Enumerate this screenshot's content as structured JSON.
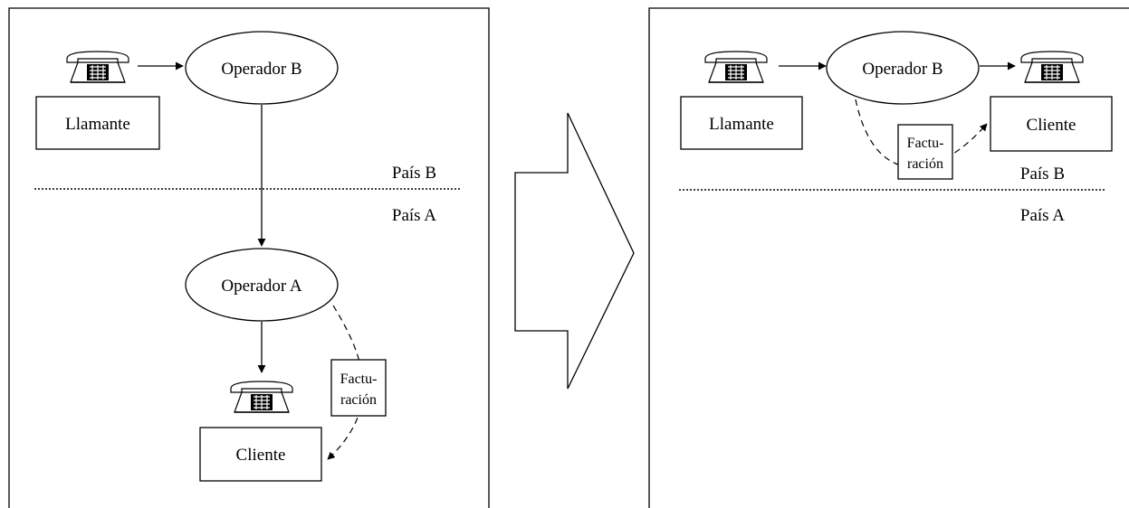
{
  "left_panel": {
    "caller_label": "Llamante",
    "operator_b_label": "Operador B",
    "operator_a_label": "Operador A",
    "country_b_label": "País B",
    "country_a_label": "País A",
    "customer_label": "Cliente",
    "billing_label_line1": "Factu-",
    "billing_label_line2": "ración"
  },
  "right_panel": {
    "caller_label": "Llamante",
    "operator_b_label": "Operador B",
    "customer_label": "Cliente",
    "country_b_label": "País B",
    "country_a_label": "País A",
    "billing_label_line1": "Factu-",
    "billing_label_line2": "ración"
  },
  "icons": {
    "phone": "telephone-icon",
    "transition_arrow": "big-right-arrow"
  }
}
